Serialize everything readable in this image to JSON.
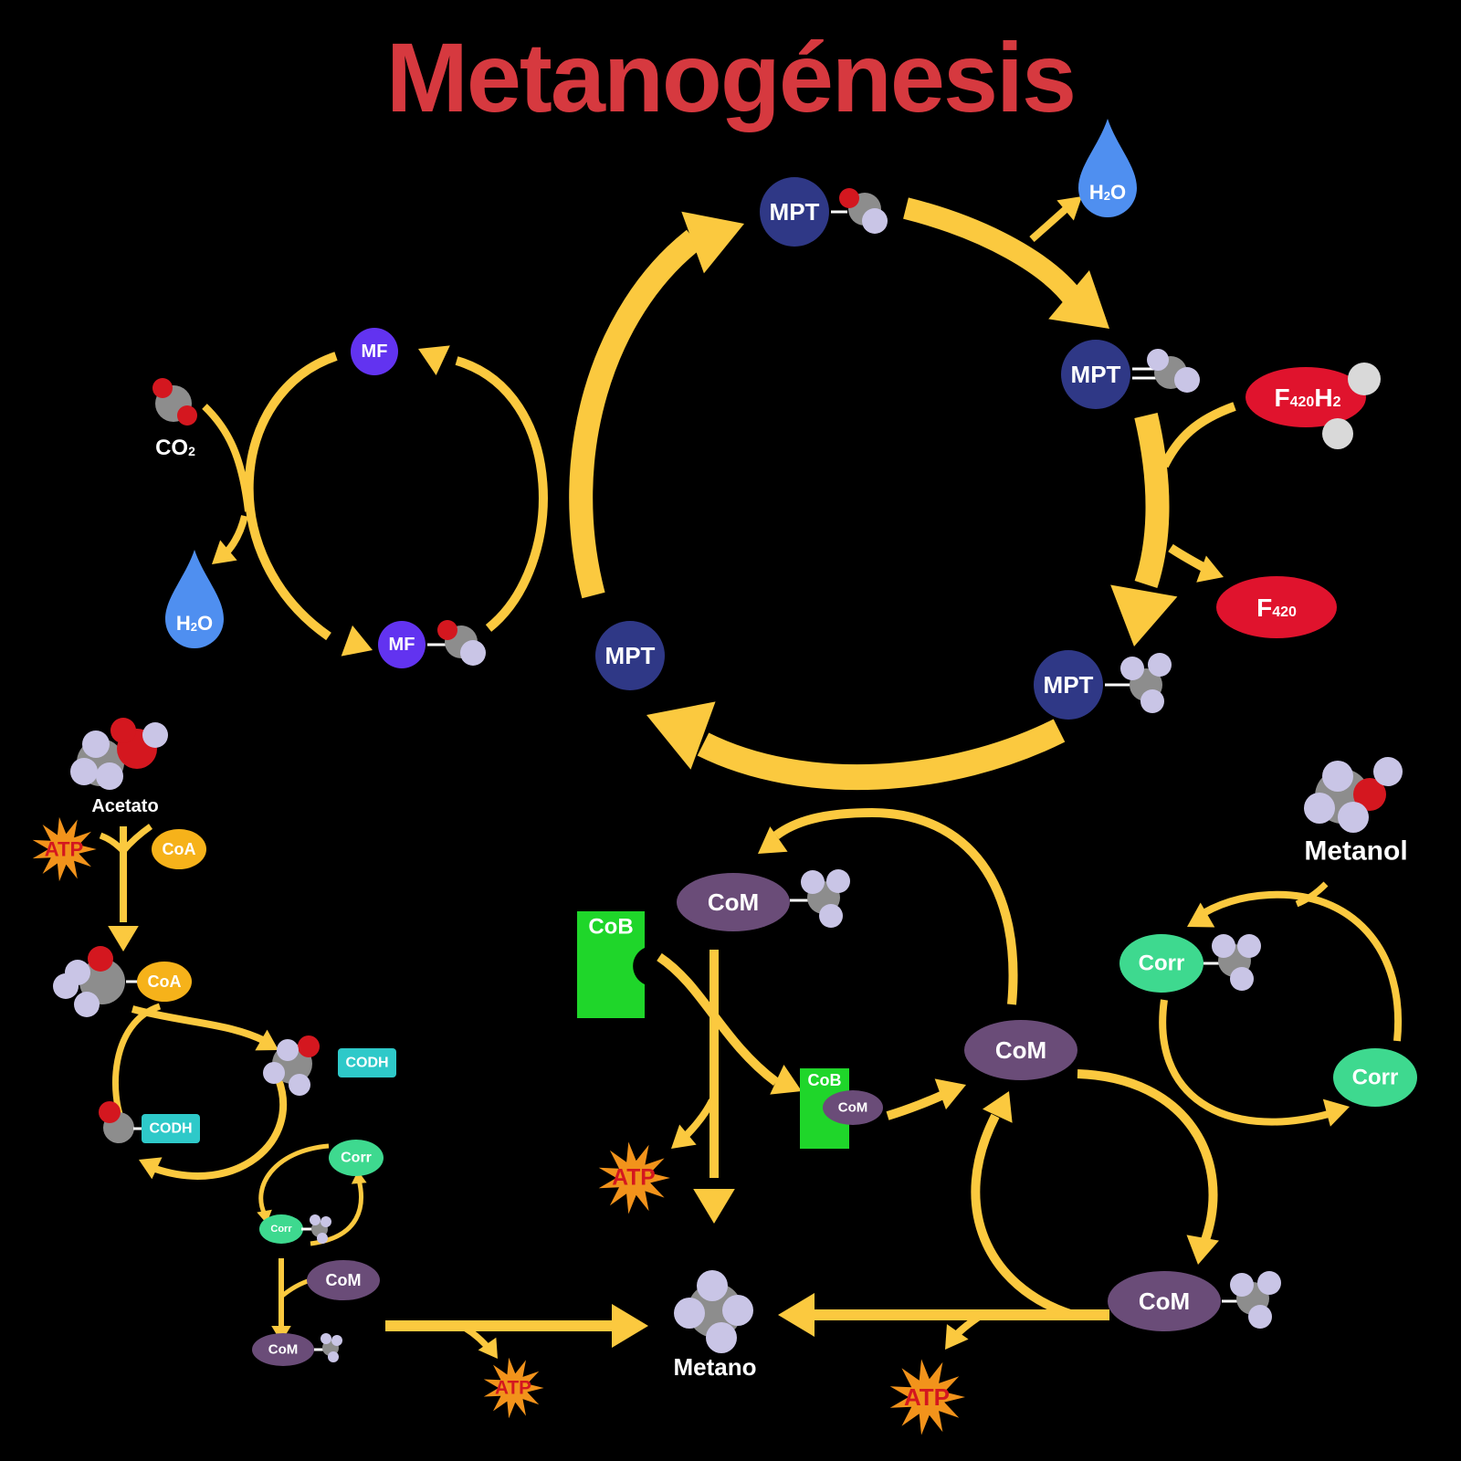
{
  "title": "Metanogénesis",
  "colors": {
    "background": "#000000",
    "title": "#d6393f",
    "arrow": "#fbc93f",
    "mpt": "#2f3886",
    "mf": "#6233f0",
    "com": "#6a4c78",
    "corr": "#3ed98f",
    "cob": "#1fd62a",
    "coa": "#f6b21a",
    "codh": "#2ec9c9",
    "f420": "#e0132d",
    "water": "#4f8ff0",
    "carbon": "#8d8d8d",
    "hydrogen": "#c9c5e6",
    "oxygen": "#d4171f",
    "atp_star": "#f2931b",
    "atp_text": "#d4171f"
  },
  "labels": {
    "mpt": "MPT",
    "mf": "MF",
    "com": "CoM",
    "corr": "Corr",
    "cob": "CoB",
    "coa": "CoA",
    "codh": "CODH",
    "atp": "ATP",
    "co2_main": "CO",
    "co2_sub": "2",
    "h2o_h": "H",
    "h2o_sub": "2",
    "h2o_o": "O",
    "f420_f": "F",
    "f420_sub": "420",
    "f420h2_h": "H",
    "f420h2_sub": "2",
    "acetato": "Acetato",
    "metanol": "Metanol",
    "metano": "Metano"
  },
  "icons": [
    "water-drop-icon",
    "atp-burst-icon",
    "carbon-dioxide-molecule-icon",
    "methane-molecule-icon",
    "methanol-molecule-icon",
    "acetate-molecule-icon"
  ]
}
